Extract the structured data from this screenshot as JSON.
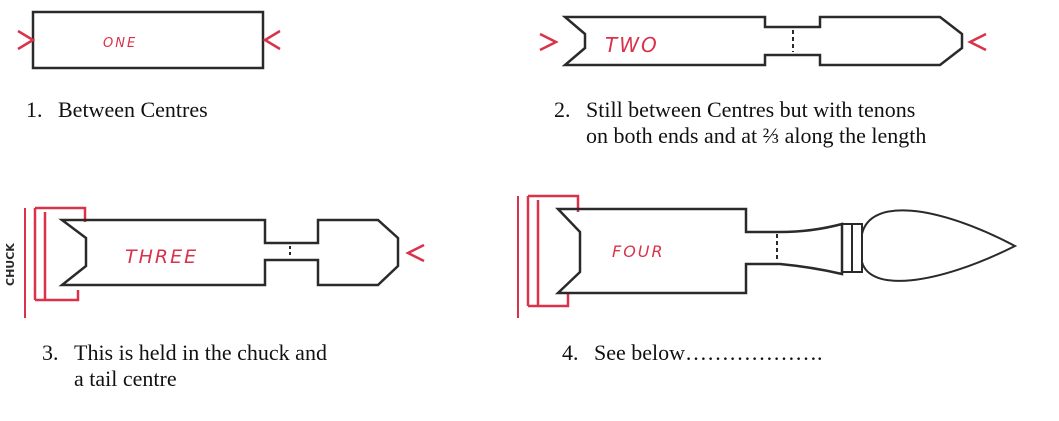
{
  "colors": {
    "ink": "#2a2a2a",
    "accent": "#d9324a"
  },
  "diagrams": [
    {
      "label": "ONE"
    },
    {
      "label": "TWO"
    },
    {
      "label": "THREE"
    },
    {
      "label": "FOUR"
    }
  ],
  "side_label": "CHUCK",
  "captions": [
    {
      "number": "1.",
      "line1": "Between Centres",
      "line2": ""
    },
    {
      "number": "2.",
      "line1": "Still between Centres but with tenons",
      "line2": "on both ends and at ⅔ along the length"
    },
    {
      "number": "3.",
      "line1": "This is held in the chuck and",
      "line2": "a tail centre"
    },
    {
      "number": "4.",
      "line1": "See below……………….",
      "line2": ""
    }
  ]
}
